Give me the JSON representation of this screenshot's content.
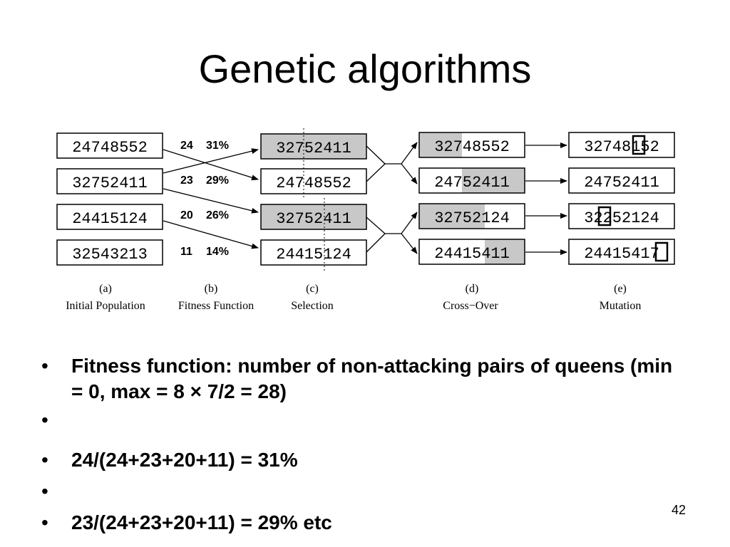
{
  "slide": {
    "title": "Genetic algorithms",
    "page_number": "42"
  },
  "diagram": {
    "initial_population": [
      "24748552",
      "32752411",
      "24415124",
      "32543213"
    ],
    "fitness": [
      {
        "score": "24",
        "percent": "31%"
      },
      {
        "score": "23",
        "percent": "29%"
      },
      {
        "score": "20",
        "percent": "26%"
      },
      {
        "score": "11",
        "percent": "14%"
      }
    ],
    "selection": [
      "32752411",
      "24748552",
      "32752411",
      "24415124"
    ],
    "crossover": [
      {
        "left": "327",
        "right": "48552"
      },
      {
        "left": "247",
        "right": "52411"
      },
      {
        "left": "32752",
        "right": "124"
      },
      {
        "left": "24415",
        "right": "411"
      }
    ],
    "mutation": [
      {
        "pre": "32748",
        "mut": "1",
        "post": "52"
      },
      {
        "pre": "24752411",
        "mut": "",
        "post": ""
      },
      {
        "pre": "32",
        "mut": "2",
        "post": "52124"
      },
      {
        "pre": "2441541",
        "mut": "7",
        "post": ""
      }
    ],
    "stage_letters": [
      "(a)",
      "(b)",
      "(c)",
      "(d)",
      "(e)"
    ],
    "stage_names": [
      "Initial Population",
      "Fitness Function",
      "Selection",
      "Cross−Over",
      "Mutation"
    ],
    "colors": {
      "highlight": "#c8c8c8",
      "border": "#000000"
    }
  },
  "bullets": [
    "Fitness function: number of non-attacking pairs of queens (min = 0, max = 8 × 7/2 = 28)",
    "",
    "24/(24+23+20+11) = 31%",
    "",
    "23/(24+23+20+11) = 29% etc"
  ]
}
